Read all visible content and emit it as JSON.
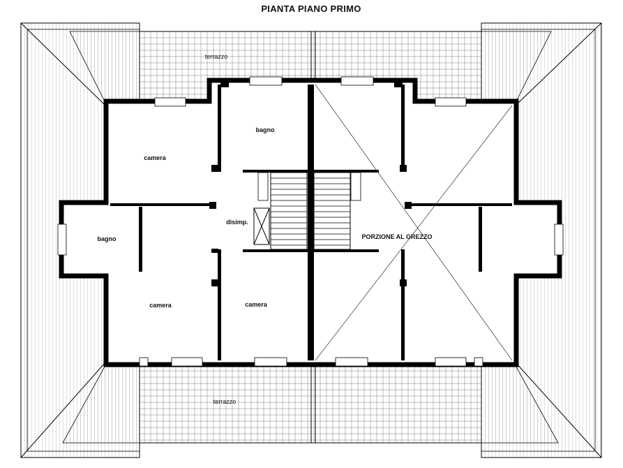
{
  "title": "PIANTA PIANO PRIMO",
  "labels": {
    "terrace_top": "terrazzo",
    "terrace_bottom": "terrazzo",
    "bedroom_top_left": "camera",
    "bathroom_top": "bagno",
    "bathroom_left": "bagno",
    "hallway": "disimp.",
    "bedroom_bottom_left": "camera",
    "bedroom_bottom_center": "camera",
    "unfinished_portion": "PORZIONE AL GREZZO"
  },
  "colors": {
    "line": "#000000",
    "hatch": "#6d6d6d",
    "background": "#ffffff"
  }
}
